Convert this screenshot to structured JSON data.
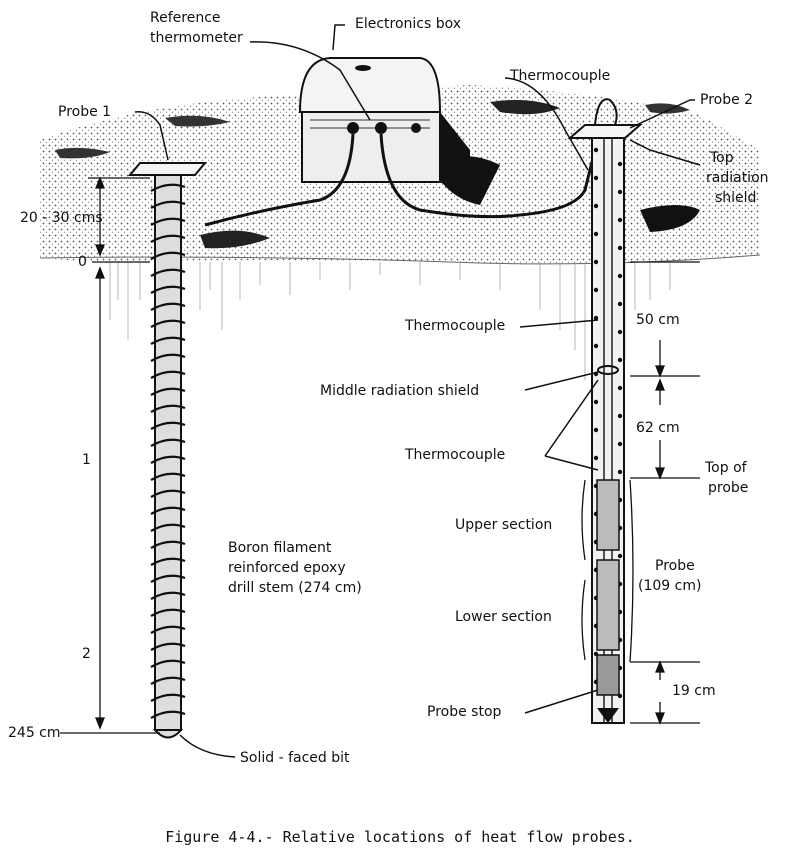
{
  "labels": {
    "reference_thermometer_1": "Reference",
    "reference_thermometer_2": "thermometer",
    "electronics_box": "Electronics box",
    "thermocouple_top": "Thermocouple",
    "probe_2": "Probe 2",
    "top_radiation_shield_1": "Top",
    "top_radiation_shield_2": "radiation",
    "top_radiation_shield_3": "shield",
    "probe_1": "Probe 1",
    "depth_20_30": "20 - 30 cms",
    "depth_0": "0",
    "depth_1": "1",
    "depth_2": "2",
    "depth_245": "245 cm",
    "thermocouple_mid": "Thermocouple",
    "middle_radiation_shield": "Middle radiation shield",
    "thermocouple_lower": "Thermocouple",
    "dim_50": "50 cm",
    "dim_62": "62 cm",
    "top_of_probe_1": "Top of",
    "top_of_probe_2": "probe",
    "upper_section": "Upper section",
    "lower_section": "Lower section",
    "probe_length_1": "Probe",
    "probe_length_2": "(109 cm)",
    "dim_19": "19 cm",
    "probe_stop": "Probe stop",
    "drill_stem_1": "Boron filament",
    "drill_stem_2": "reinforced epoxy",
    "drill_stem_3": "drill stem (274 cm)",
    "solid_faced_bit": "Solid - faced bit"
  },
  "caption": "Figure 4-4.- Relative locations of heat flow probes."
}
